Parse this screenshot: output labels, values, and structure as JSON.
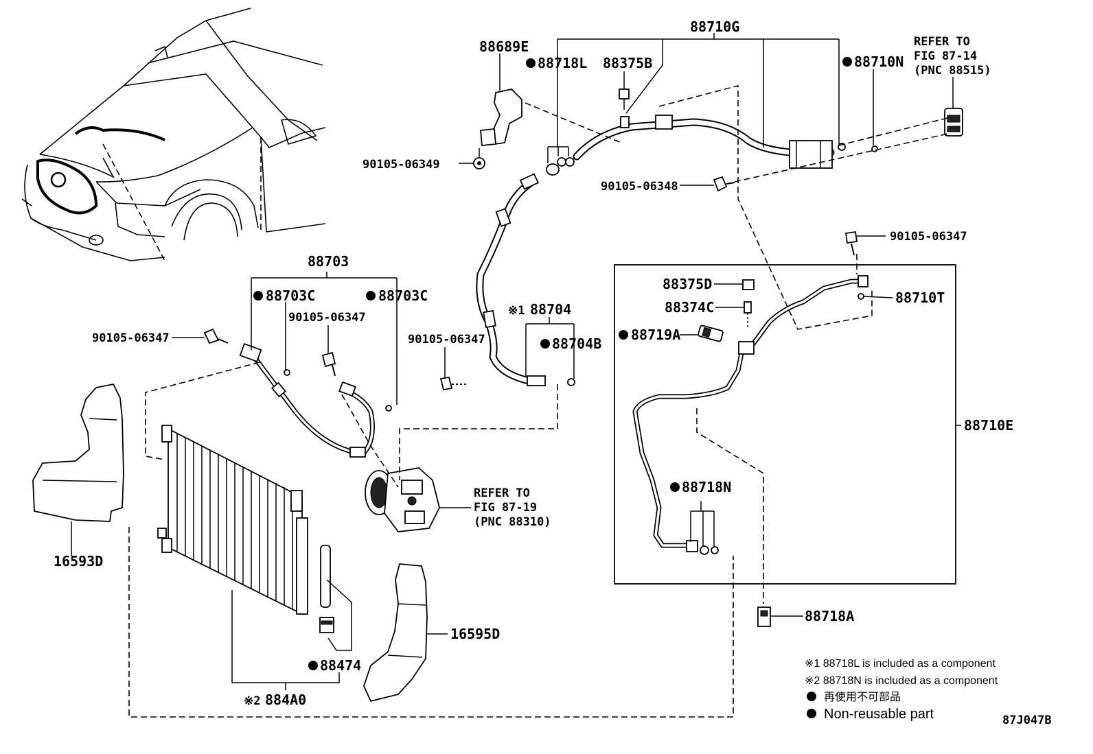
{
  "callouts": {
    "p88710G": "88710G",
    "p88689E": "88689E",
    "p88718L": "88718L",
    "p88375B": "88375B",
    "p88710N": "88710N",
    "refer_88515": [
      "REFER TO",
      "FIG 87-14",
      "(PNC 88515)"
    ],
    "p90105_06349": "90105-06349",
    "p90105_06348": "90105-06348",
    "p90105_06347_right": "90105-06347",
    "p88703": "88703",
    "p88703C_left": "88703C",
    "p88703C_right": "88703C",
    "p90105_06347_mid": "90105-06347",
    "p90105_06347_left": "90105-06347",
    "p88704_prefix": "※1",
    "p88704": "88704",
    "p88704B": "88704B",
    "p90105_06347_hose": "90105-06347",
    "p88375D": "88375D",
    "p88374C": "88374C",
    "p88719A": "88719A",
    "p88710T": "88710T",
    "p88710E": "88710E",
    "p88718N": "88718N",
    "refer_88310": [
      "REFER TO",
      "FIG 87-19",
      "(PNC 88310)"
    ],
    "p16593D": "16593D",
    "p16595D": "16595D",
    "p88474": "88474",
    "p884A0_prefix": "※2",
    "p884A0": "884A0",
    "p88718A": "88718A"
  },
  "notes": {
    "note1": "※1 88718L is included as a component",
    "note2": "※2 88718N is included as a component",
    "legend_jp": "再使用不可部品",
    "legend_en": "Non-reusable part"
  },
  "figure_id": "87J047B"
}
